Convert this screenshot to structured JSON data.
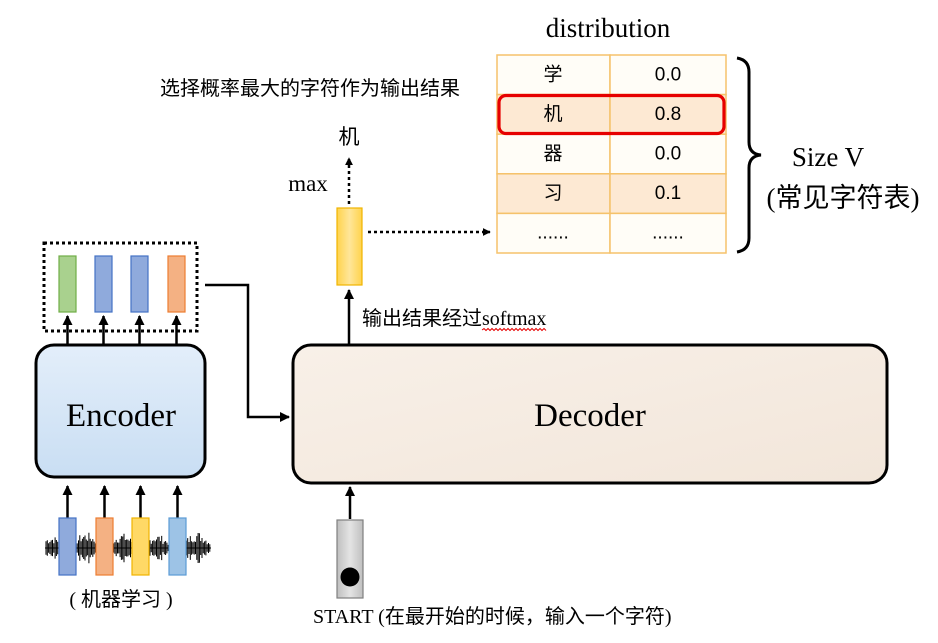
{
  "distribution_title": "distribution",
  "table": {
    "rows": [
      {
        "char": "学",
        "prob": "0.0"
      },
      {
        "char": "机",
        "prob": "0.8"
      },
      {
        "char": "器",
        "prob": "0.0"
      },
      {
        "char": "习",
        "prob": "0.1"
      },
      {
        "char": "......",
        "prob": "......"
      }
    ]
  },
  "annotation_select": "选择概率最大的字符作为输出结果",
  "output_char": "机",
  "max_label": "max",
  "softmax_label": {
    "prefix": "输出结果经过",
    "word": "softmax"
  },
  "vocab": {
    "size_label": "Size V",
    "desc": "(常见字符表)"
  },
  "encoder": {
    "label": "Encoder",
    "output_colors": [
      "#a9d18e",
      "#8faadc",
      "#8faadc",
      "#f4b183"
    ]
  },
  "decoder": {
    "label": "Decoder"
  },
  "input": {
    "caption": "( 机器学习 )",
    "frame_colors": [
      "#8faadc",
      "#f4b183",
      "#ffd966",
      "#9dc3e6"
    ]
  },
  "start_token": {
    "caption": "START (在最开始的时候，输入一个字符)"
  },
  "colors": {
    "highlight": "#e60000",
    "table_border": "#f5c26b",
    "table_alt_fill": "#fde9d3",
    "table_fill": "#fffdf7"
  }
}
